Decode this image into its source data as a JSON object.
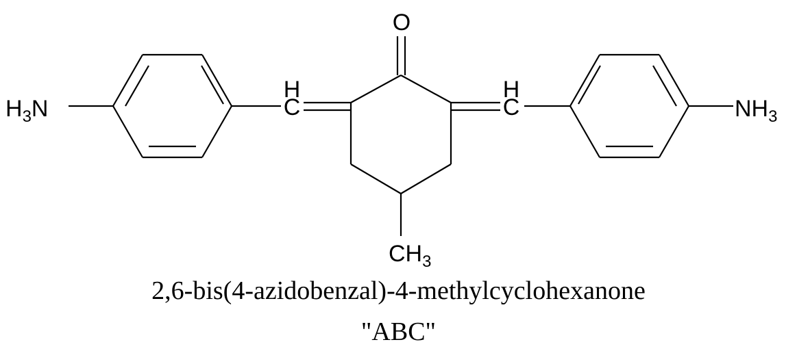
{
  "molecule": {
    "compound_name": "2,6-bis(4-azidobenzal)-4-methylcyclohexanone",
    "abbreviation": "\"ABC\"",
    "atoms": {
      "oxygen": "O",
      "h_left": "H",
      "c_left": "C",
      "h_right": "H",
      "c_right": "C",
      "amine_left_h": "H",
      "amine_left_sub": "3",
      "amine_left_n": "N",
      "amine_right_n": "NH",
      "amine_right_sub": "3",
      "methyl_ch": "CH",
      "methyl_sub": "3"
    }
  }
}
